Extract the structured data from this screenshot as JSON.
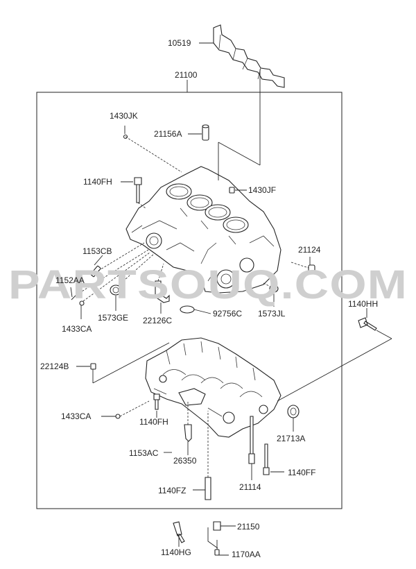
{
  "watermark": "PARTSOUQ.COM",
  "labels": {
    "p10519": "10519",
    "p21100": "21100",
    "p1430JK": "1430JK",
    "p21156A": "21156A",
    "p1140FH_top": "1140FH",
    "p1430JF": "1430JF",
    "p1153CB": "1153CB",
    "p21124": "21124",
    "p1152AA": "1152AA",
    "p1573GE": "1573GE",
    "p22126C": "22126C",
    "p92756C": "92756C",
    "p1573JL": "1573JL",
    "p1433CA_top": "1433CA",
    "p1140HH": "1140HH",
    "p22124B": "22124B",
    "p1433CA_bot": "1433CA",
    "p1140FH_bot": "1140FH",
    "p21713A": "21713A",
    "p1153AC": "1153AC",
    "p26350": "26350",
    "p1140FF": "1140FF",
    "p21114": "21114",
    "p1140FZ": "1140FZ",
    "p21150": "21150",
    "p1140HG": "1140HG",
    "p1170AA": "1170AA"
  }
}
